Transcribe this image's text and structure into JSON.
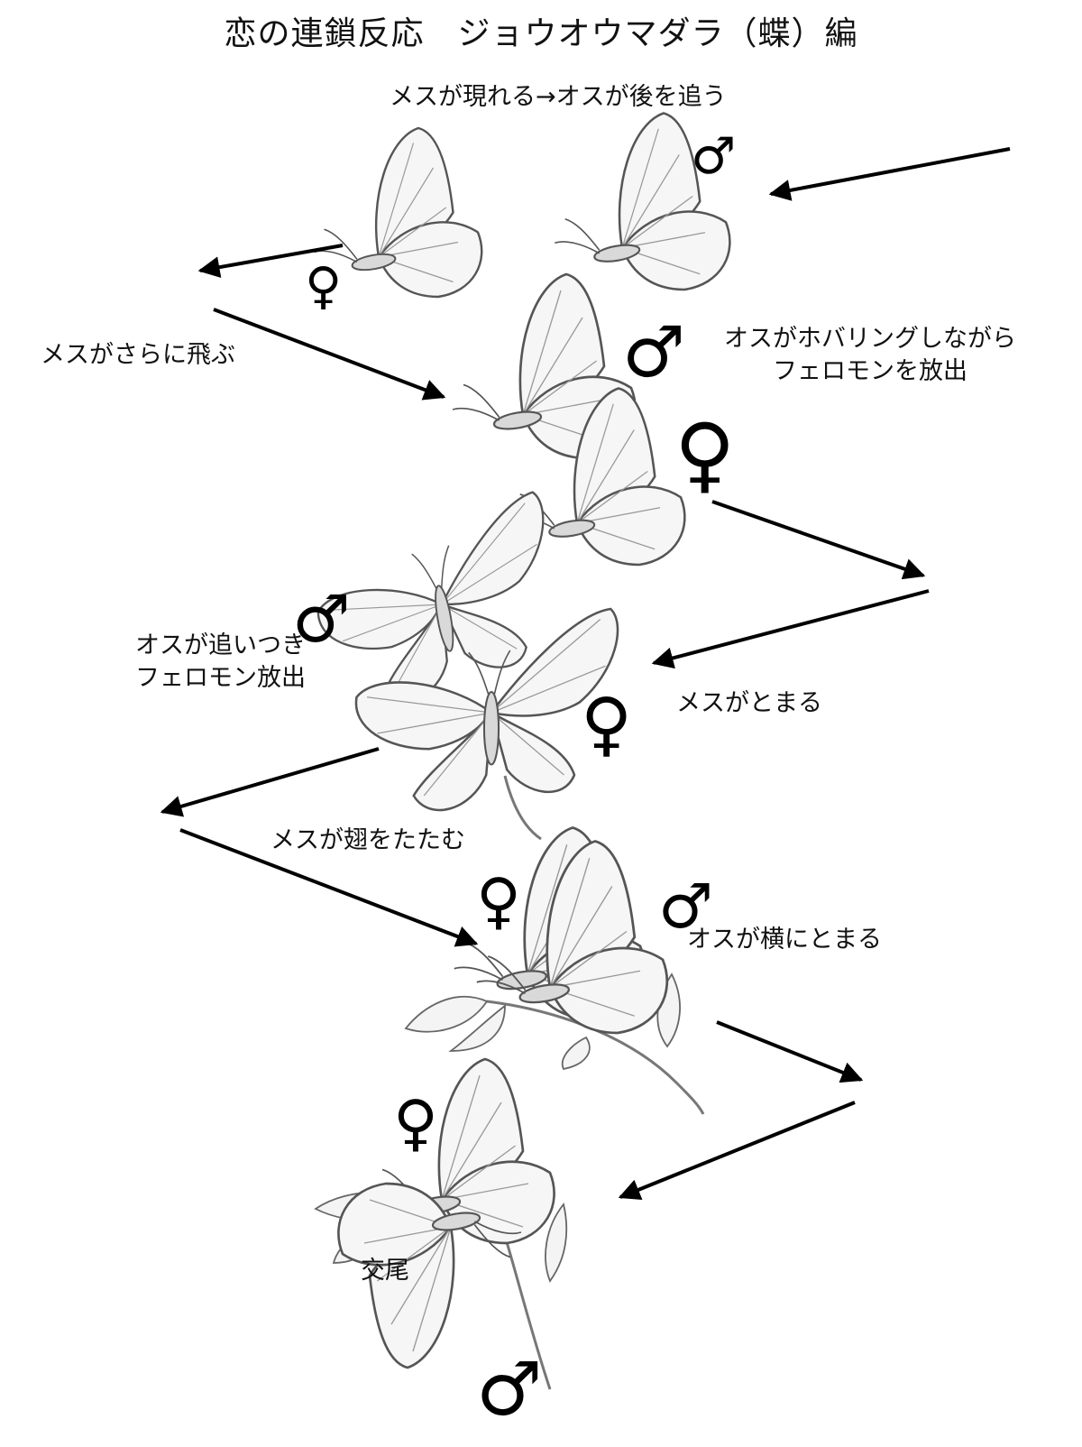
{
  "title": "恋の連鎖反応　ジョウオウマダラ（蝶）編",
  "steps": {
    "s1": "メスが現れる→オスが後を追う",
    "s2": "メスがさらに飛ぶ",
    "s3_line1": "オスがホバリングしながら",
    "s3_line2": "フェロモンを放出",
    "s4_line1": "オスが追いつき",
    "s4_line2": "フェロモン放出",
    "s5": "メスがとまる",
    "s6": "メスが翅をたたむ",
    "s7": "オスが横にとまる",
    "s8": "交尾"
  },
  "symbols": {
    "male": "♂",
    "female": "♀"
  }
}
